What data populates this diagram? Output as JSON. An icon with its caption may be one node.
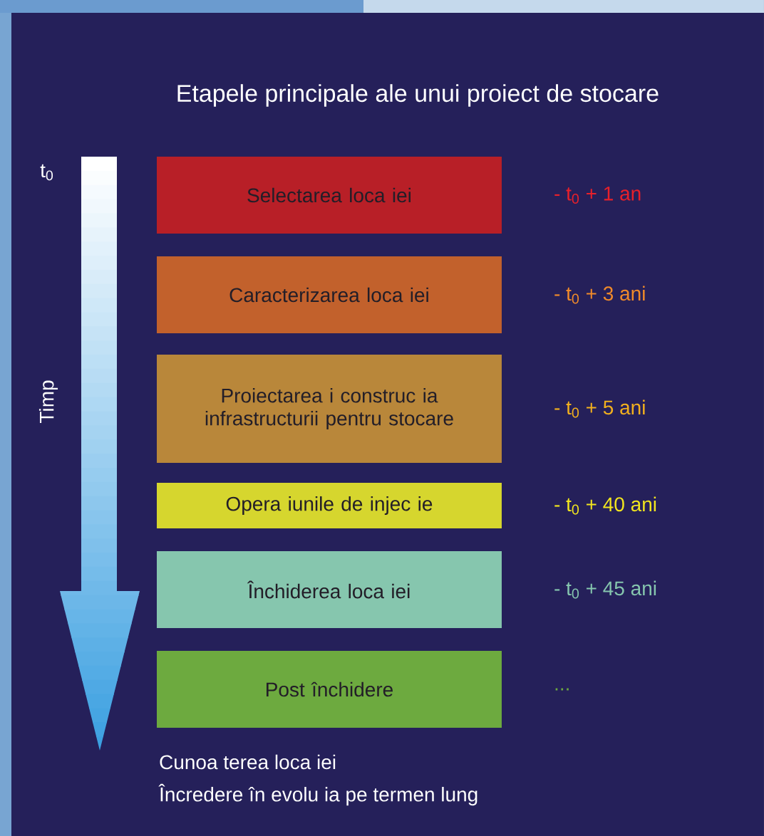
{
  "diagram": {
    "title": "Etapele principale ale unui proiect de stocare",
    "nodes": [
      {
        "text": [
          "Selectarea loca iei"
        ],
        "beside": [
          "- t$_{0}$ + 1 an"
        ]
      },
      {
        "text": [
          "Caracterizarea loca iei"
        ],
        "beside": [
          "- t$_{0}$ + 3 ani"
        ]
      },
      {
        "text": [
          "Proiectarea   i construc ia infrastructurii pentru stocare"
        ],
        "beside": [
          "- t$_{0}$ + 5 ani"
        ]
      },
      {
        "text": [
          "Opera iunile de injec ie"
        ],
        "beside": [
          "- t$_{0}$ + 40 ani"
        ]
      },
      {
        "text": [
          "Închiderea loca iei"
        ],
        "beside": [
          "- t$_{0}$ + 45 ani"
        ]
      },
      {
        "text": [
          "Post închidere"
        ],
        "beside": [
          "..."
        ]
      }
    ],
    "labels": [
      "t$_{0}$",
      "Timp",
      "Cunoa  terea loca iei",
      "Încredere în evolu ia pe termen lung"
    ]
  }
}
